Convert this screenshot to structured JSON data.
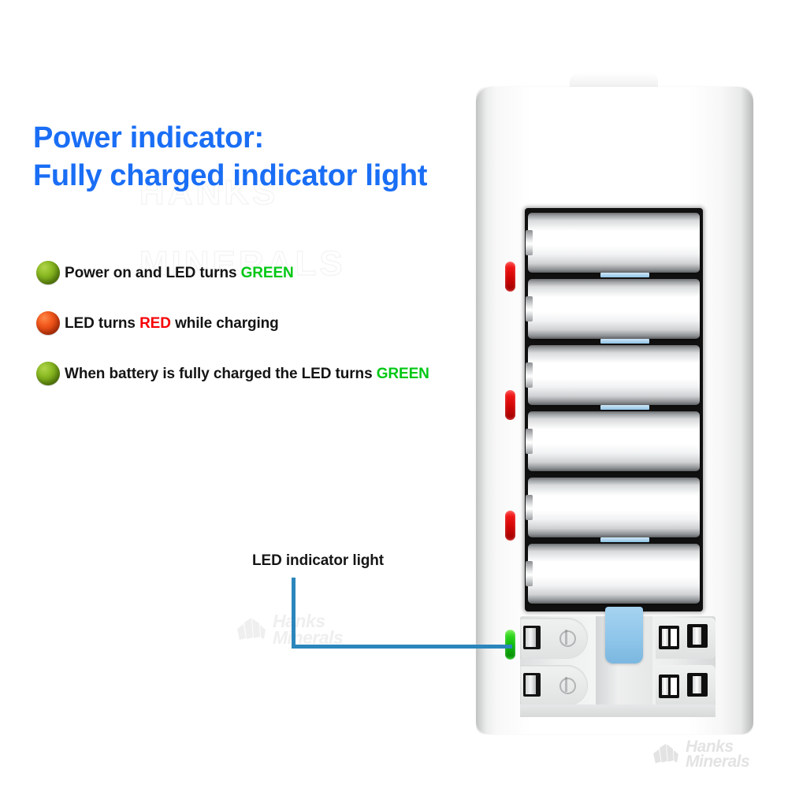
{
  "page": {
    "background": "#ffffff",
    "accent_blue": "#1a6ef5",
    "callout_blue": "#2b86bc",
    "green_text": "#00c814",
    "red_text": "#f60006"
  },
  "headline": {
    "line1": "Power indicator:",
    "line2": "Fully charged indicator light",
    "full": "Power indicator:\nFully charged indicator light",
    "color": "#1a6ef5"
  },
  "bullets": [
    {
      "dot_color": "green",
      "dot_hex": "#8cbb24",
      "pre": "Power on and LED turns ",
      "highlight": "GREEN",
      "highlight_color": "#00c814",
      "post": ""
    },
    {
      "dot_color": "red",
      "dot_hex": "#f2591c",
      "pre": "LED turns ",
      "highlight": "RED",
      "highlight_color": "#f60006",
      "post": " while charging"
    },
    {
      "dot_color": "green",
      "dot_hex": "#8cbb24",
      "pre": "When battery is fully charged the LED turns ",
      "highlight": "GREEN",
      "highlight_color": "#00c814",
      "post": ""
    }
  ],
  "callout": {
    "label": "LED indicator light",
    "line_color": "#2b86bc",
    "points_to": "green-led"
  },
  "device": {
    "type": "battery-charger",
    "battery_count": 6,
    "battery_type": "AA",
    "leds": [
      {
        "state": "red",
        "color": "#ee1414",
        "slot": 1
      },
      {
        "state": "red",
        "color": "#ee1414",
        "slot": 2
      },
      {
        "state": "red",
        "color": "#ee1414",
        "slot": 3
      },
      {
        "state": "green",
        "color": "#2fd41e",
        "slot": 4
      }
    ],
    "bottom_bay": {
      "left_slots": 2,
      "right_slots": 2,
      "center_tab_color": "#8fc6ea"
    }
  },
  "watermarks": {
    "brand_line1": "Hanks",
    "brand_line2": "Minerals",
    "outline_line1": "HANKS",
    "outline_line2": "MINERALS"
  }
}
